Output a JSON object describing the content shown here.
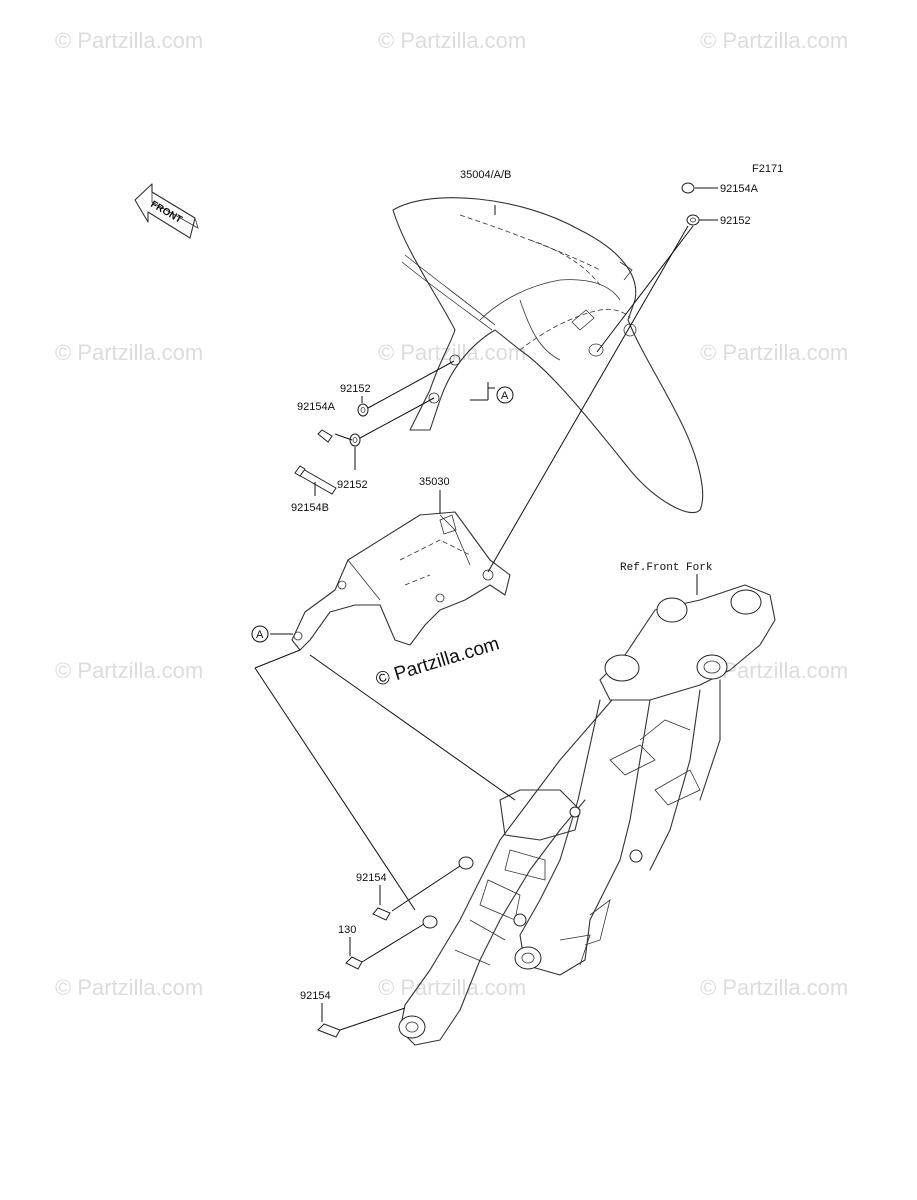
{
  "watermark_text": "© Partzilla.com",
  "center_watermark": "© Partzilla.com",
  "diagram_code": "F2171",
  "front_arrow_label": "FRONT",
  "ref_label": "Ref.Front Fork",
  "callout_letter": "A",
  "parts": {
    "fender": "35004/A/B",
    "bracket": "35030",
    "bolt_top_right": "92154A",
    "washer_top_right": "92152",
    "washer_left_upper": "92152",
    "bolt_left_a": "92154A",
    "washer_left_lower": "92152",
    "bolt_left_b": "92154B",
    "bolt_lower_1": "92154",
    "bolt_130": "130",
    "bolt_lower_2": "92154"
  }
}
